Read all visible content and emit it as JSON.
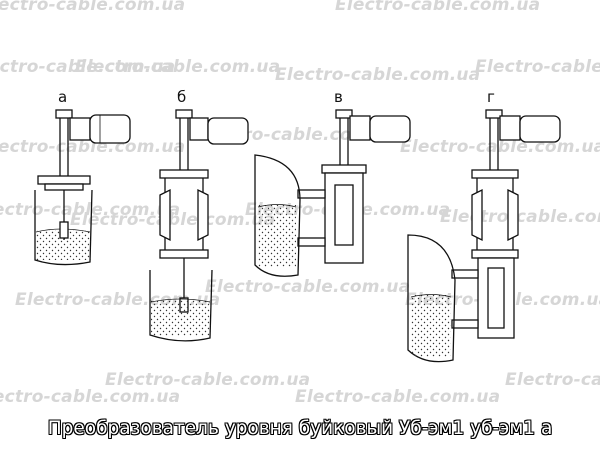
{
  "watermark": "Electro-cable.com.ua",
  "panels": [
    {
      "id": "a",
      "label": "а"
    },
    {
      "id": "b",
      "label": "б"
    },
    {
      "id": "v",
      "label": "в"
    },
    {
      "id": "g",
      "label": "г"
    }
  ],
  "caption": "Преобразователь уровня буйковый Уб-эм1 уб-эм1 а"
}
